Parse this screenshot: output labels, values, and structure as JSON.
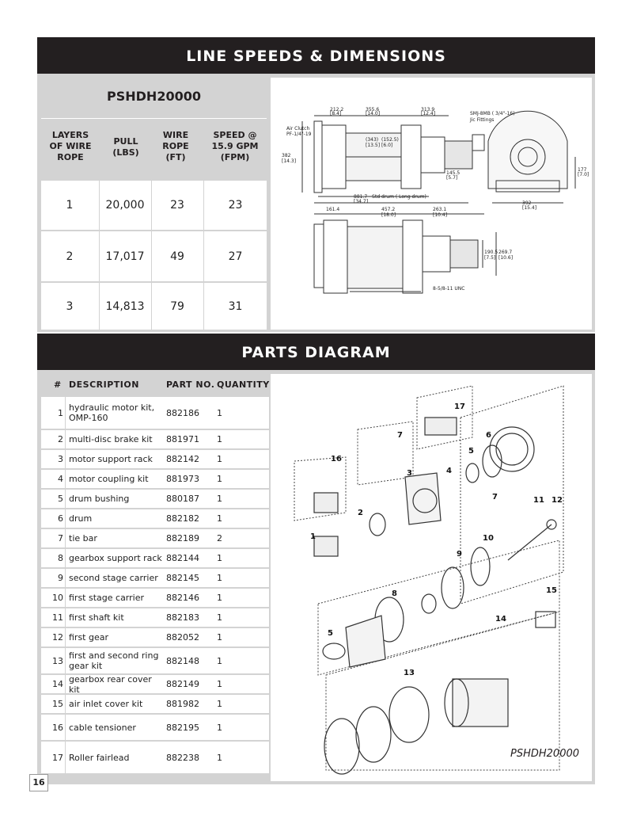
{
  "line_speeds": {
    "banner": "LINE SPEEDS & DIMENSIONS",
    "model": "PSHDH20000",
    "headers": {
      "layers": [
        "LAYERS",
        "OF WIRE",
        "ROPE"
      ],
      "pull": [
        "PULL",
        "(LBS)"
      ],
      "wire": [
        "WIRE",
        "ROPE",
        "(FT)"
      ],
      "speed": [
        "SPEED @",
        "15.9 GPM",
        "(FPM)"
      ]
    },
    "rows": [
      {
        "layer": "1",
        "pull": "20,000",
        "wire": "23",
        "speed": "23"
      },
      {
        "layer": "2",
        "pull": "17,017",
        "wire": "49",
        "speed": "27"
      },
      {
        "layer": "3",
        "pull": "14,813",
        "wire": "79",
        "speed": "31"
      }
    ]
  },
  "dimensions": {
    "d1": "212.2",
    "d1b": "[8.4]",
    "d2": "355.6",
    "d2b": "[14.0]",
    "d3": "313.9",
    "d3b": "[12.4]",
    "fitting1": "SMJ-8MB ( 3/4\"-16)",
    "fitting2": "Jic Fittings",
    "clutch1": "Air Clutch",
    "clutch2": "PF-1/4\"-19",
    "d4": "(343)",
    "d4b": "[13.5]",
    "d5": "(152.5)",
    "d5b": "[6.0]",
    "d6": "382",
    "d6b": "[14.3]",
    "d7": "145.5",
    "d7b": "[5.7]",
    "drum1": "881.7 - Std drum ( Long drum)",
    "drum2": "[34.7]",
    "d8": "392",
    "d8b": "[15.4]",
    "d9": "177",
    "d9b": "[7.0]",
    "d10": "161.4",
    "d11": "457.2",
    "d11b": "[18.0]",
    "d12": "263.1",
    "d12b": "[10.4]",
    "d13": "190.5",
    "d13b": "[7.5]",
    "d14": "269.7",
    "d14b": "[10.6]",
    "bolt": "8-5/8-11 UNC"
  },
  "parts": {
    "banner": "PARTS DIAGRAM",
    "headers": {
      "num": "#",
      "desc": "DESCRIPTION",
      "part": "PART NO.",
      "qty": "QUANTITY"
    },
    "rows": [
      {
        "num": "1",
        "desc": "hydraulic motor kit, OMP-160",
        "part": "882186",
        "qty": "1"
      },
      {
        "num": "2",
        "desc": "multi-disc brake kit",
        "part": "881971",
        "qty": "1"
      },
      {
        "num": "3",
        "desc": "motor support rack",
        "part": "882142",
        "qty": "1"
      },
      {
        "num": "4",
        "desc": "motor coupling kit",
        "part": "881973",
        "qty": "1"
      },
      {
        "num": "5",
        "desc": "drum bushing",
        "part": "880187",
        "qty": "1"
      },
      {
        "num": "6",
        "desc": "drum",
        "part": "882182",
        "qty": "1"
      },
      {
        "num": "7",
        "desc": "tie bar",
        "part": "882189",
        "qty": "2"
      },
      {
        "num": "8",
        "desc": "gearbox support rack",
        "part": "882144",
        "qty": "1"
      },
      {
        "num": "9",
        "desc": "second stage carrier",
        "part": "882145",
        "qty": "1"
      },
      {
        "num": "10",
        "desc": "first stage carrier",
        "part": "882146",
        "qty": "1"
      },
      {
        "num": "11",
        "desc": "first shaft kit",
        "part": "882183",
        "qty": "1"
      },
      {
        "num": "12",
        "desc": "first gear",
        "part": "882052",
        "qty": "1"
      },
      {
        "num": "13",
        "desc": "first and second ring gear kit",
        "part": "882148",
        "qty": "1"
      },
      {
        "num": "14",
        "desc": "gearbox rear cover kit",
        "part": "882149",
        "qty": "1"
      },
      {
        "num": "15",
        "desc": "air inlet cover kit",
        "part": "881982",
        "qty": "1"
      },
      {
        "num": "16",
        "desc": "cable tensioner",
        "part": "882195",
        "qty": "1"
      },
      {
        "num": "17",
        "desc": "Roller fairlead",
        "part": "882238",
        "qty": "1"
      }
    ],
    "callouts": [
      "1",
      "2",
      "3",
      "4",
      "5",
      "6",
      "7",
      "7",
      "8",
      "9",
      "10",
      "11",
      "12",
      "13",
      "14",
      "15",
      "16",
      "17",
      "5"
    ],
    "caption": "PSHDH20000"
  },
  "page_number": "16"
}
